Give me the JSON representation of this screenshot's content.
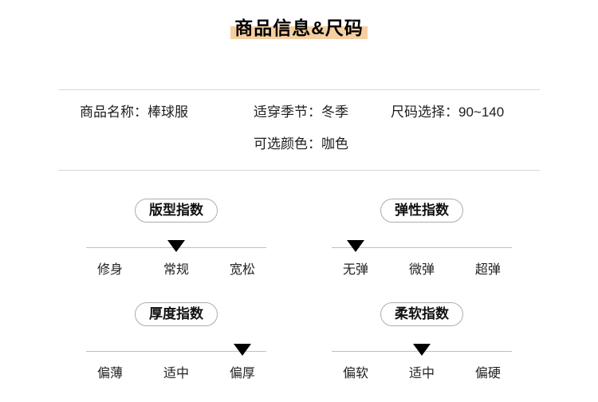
{
  "title": "商品信息&尺码",
  "accent_color": "#f6cfa1",
  "product_info": {
    "name": {
      "label": "商品名称：",
      "value": "棒球服"
    },
    "season": {
      "label": "适穿季节：",
      "value": "冬季"
    },
    "size": {
      "label": "尺码选择：",
      "value": "90~140"
    },
    "color": {
      "label": "可选颜色：",
      "value": "咖色"
    }
  },
  "indices": [
    {
      "name": "版型指数",
      "levels": [
        "修身",
        "常规",
        "宽松"
      ],
      "selected": 1
    },
    {
      "name": "弹性指数",
      "levels": [
        "无弹",
        "微弹",
        "超弹"
      ],
      "selected": 0
    },
    {
      "name": "厚度指数",
      "levels": [
        "偏薄",
        "适中",
        "偏厚"
      ],
      "selected": 2
    },
    {
      "name": "柔软指数",
      "levels": [
        "偏软",
        "适中",
        "偏硬"
      ],
      "selected": 1
    }
  ]
}
